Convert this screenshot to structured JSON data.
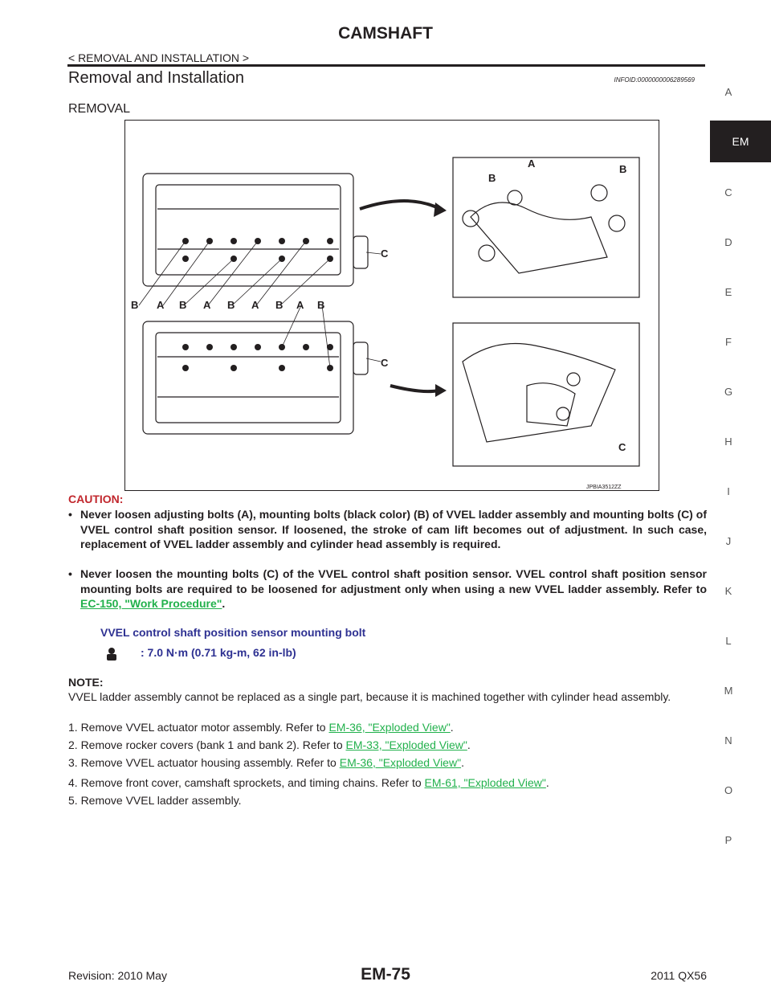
{
  "header": {
    "title": "CAMSHAFT",
    "subtitle": "< REMOVAL AND INSTALLATION >"
  },
  "section": {
    "title": "Removal and Installation",
    "infoid": "INFOID:0000000006289569",
    "subheading": "REMOVAL"
  },
  "figure": {
    "code": "JPBIA3512ZZ",
    "callouts": [
      "B",
      "A",
      "B",
      "A",
      "B",
      "A",
      "B",
      "A",
      "B"
    ],
    "labels": {
      "a": "A",
      "b": "B",
      "c": "C"
    }
  },
  "caution": {
    "label": "CAUTION:",
    "bullet1": "Never loosen adjusting bolts (A), mounting bolts (black color) (B) of VVEL ladder assembly and mounting bolts (C) of VVEL control shaft position sensor. If loosened, the stroke of cam lift becomes out of adjustment. In such case, replacement of VVEL ladder assembly and cylinder head assembly is required.",
    "bullet2_text": "Never loosen the mounting bolts (C) of the VVEL control shaft position sensor. VVEL control shaft position sensor mounting bolts are required to be loosened for adjustment only when using a new VVEL ladder assembly. Refer to ",
    "bullet2_link": "EC-150, \"Work Procedure\"",
    "bullet2_end": "."
  },
  "spec": {
    "label": "VVEL control shaft position sensor mounting bolt",
    "value": ": 7.0 N·m (0.71 kg-m, 62 in-lb)",
    "icon": "torque-wrench-icon"
  },
  "note": {
    "label": "NOTE:",
    "text": "VVEL ladder assembly cannot be replaced as a single part, because it is machined together with cylinder head assembly."
  },
  "steps": [
    {
      "text": "1. Remove VVEL actuator motor assembly. Refer to ",
      "link": "EM-36, \"Exploded View\"",
      "end": "."
    },
    {
      "text": "2. Remove rocker covers (bank 1 and bank 2). Refer to ",
      "link": "EM-33, \"Exploded View\"",
      "end": "."
    },
    {
      "text": "3. Remove VVEL actuator housing assembly. Refer to ",
      "link": "EM-36, \"Exploded View\"",
      "end": "."
    },
    {
      "text": "4. Remove front cover, camshaft sprockets, and timing chains. Refer to ",
      "link": "EM-61, \"Exploded View\"",
      "end": "."
    },
    {
      "text": "5. Remove VVEL ladder assembly.",
      "link": "",
      "end": ""
    }
  ],
  "side_tabs": {
    "active": "EM",
    "letters": [
      "A",
      "C",
      "D",
      "E",
      "F",
      "G",
      "H",
      "I",
      "J",
      "K",
      "L",
      "M",
      "N",
      "O",
      "P"
    ]
  },
  "footer": {
    "revision": "Revision: 2010 May",
    "page": "EM-75",
    "model": "2011 QX56"
  },
  "colors": {
    "caution": "#c1272d",
    "spec": "#2e3192",
    "link": "#22b14c",
    "text": "#231f20"
  }
}
